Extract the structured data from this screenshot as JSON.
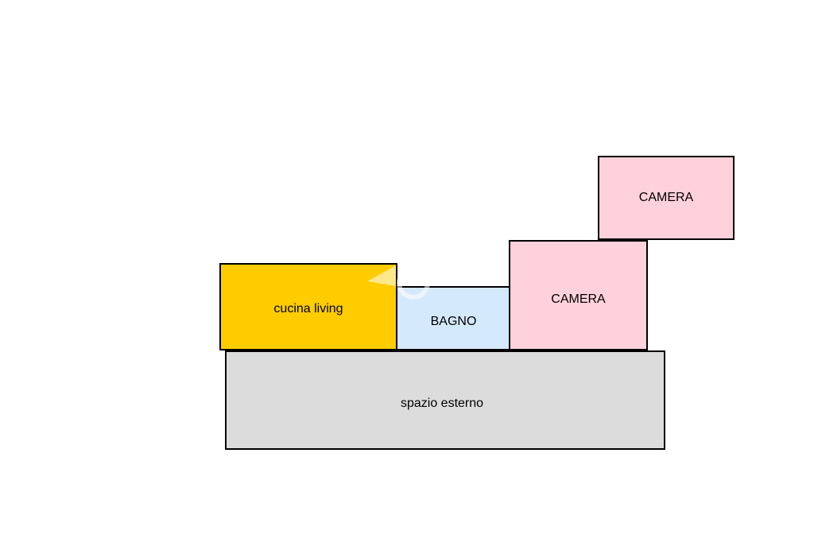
{
  "rooms": {
    "cucina": {
      "label": "cucina living",
      "color": "#FFCC00"
    },
    "bagno": {
      "label": "BAGNO",
      "color": "#D4E9FB"
    },
    "camera_1": {
      "label": "CAMERA",
      "color": "#FFD1DC"
    },
    "camera_2": {
      "label": "CAMERA",
      "color": "#FFD1DC"
    },
    "esterno": {
      "label": "spazio esterno",
      "color": "#DCDCDC"
    }
  },
  "border_color": "#000000",
  "watermark_icon": "logo-watermark-icon"
}
